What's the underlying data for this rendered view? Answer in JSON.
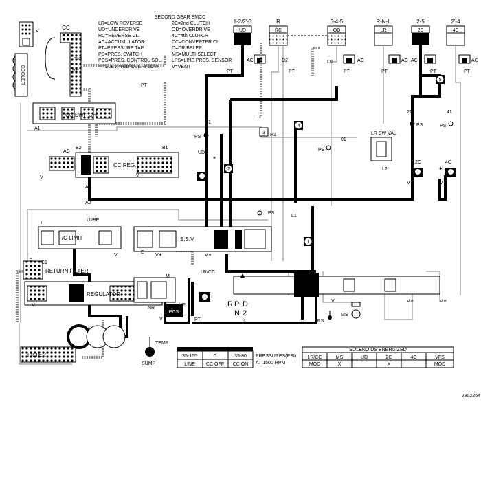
{
  "legend": {
    "title": "SECOND GEAR EMCC",
    "left": [
      "LR=LOW REVERSE",
      "UD=UNDERDRIVE",
      "RC=REVERSE CL.",
      "AC=ACCUMULATOR",
      "PT=PRESSURE TAP",
      "PS=PRES. SWITCH",
      "PCS=PRES. CONTROL SOL.",
      "✶=ELEVATED OVERFLOW"
    ],
    "right": [
      "2C=2nd CLUTCH",
      "OD=OVERDRIVE",
      "4C=4th CLUTCH",
      "CC=CONVERTER CL",
      "D=DRIBBLER",
      "MS=MULTI-SELECT",
      "LPS=LINE PRES. SENSOR",
      "V=VENT"
    ]
  },
  "clutches": [
    {
      "gear": "1-2/2'-3",
      "name": "UD"
    },
    {
      "gear": "R",
      "name": "RC"
    },
    {
      "gear": "3-4-5",
      "name": "OD"
    },
    {
      "gear": "R-N-L",
      "name": "LR"
    },
    {
      "gear": "2-5",
      "name": "2C"
    },
    {
      "gear": "2'-4",
      "name": "4C"
    }
  ],
  "labels": {
    "cc": "CC",
    "tc": "T/C",
    "cooler": "COOLER",
    "cc_switch": "CC SWITCH",
    "cc_reg": "CC REG.",
    "tc_limit": "T/C LIMIT",
    "lube": "LUBE",
    "ssv": "S.S.V",
    "regulator": "REGULATOR",
    "return_filter": "RETURN FILTER",
    "filter": "FILTER",
    "sump": "SUMP",
    "temp": "TEMP",
    "pcs": "PCS",
    "lrcc": "LR/CC",
    "lr_sw_val": "LR SW VAL",
    "lps": "LPS",
    "ms": "MS",
    "nr": "NR",
    "vf": "VF",
    "m": "M",
    "ac": "AC",
    "pt": "PT",
    "ps": "PS",
    "v": "V",
    "vstar": "V✶",
    "a1": "A1",
    "a2": "A2",
    "a3": "A3",
    "b1": "B1",
    "b2": "B2",
    "c1": "C1",
    "d1": "D1",
    "d2": "D2",
    "e": "E",
    "l1": "L1",
    "l2": "L2",
    "r1": "R1",
    "u1": "U1",
    "t": "T",
    "n21": "21",
    "n41": "41",
    "n01": "01",
    "pc2c": "2C",
    "pc4c": "4C",
    "ud": "UD",
    "star": "✶"
  },
  "gear_selector": [
    "R",
    "P",
    "D",
    "N",
    "2",
    "1"
  ],
  "circled_numbers": [
    "1",
    "2",
    "3",
    "4",
    "5"
  ],
  "pressure_table": {
    "caption": "PRESSURES(PSI) AT 1500 RPM",
    "values": [
      "35-165",
      "0",
      "35-80"
    ],
    "headers": [
      "LINE",
      "CC OFF",
      "CC ON"
    ]
  },
  "solenoid_table": {
    "caption": "SOLENOIDS ENERGIZED",
    "headers": [
      "LR/CC",
      "MS",
      "UD",
      "2C",
      "4C",
      "VFS"
    ],
    "values": [
      "MOD",
      "X",
      "",
      "X",
      "",
      "MOD"
    ]
  },
  "figure_id": "2802264"
}
